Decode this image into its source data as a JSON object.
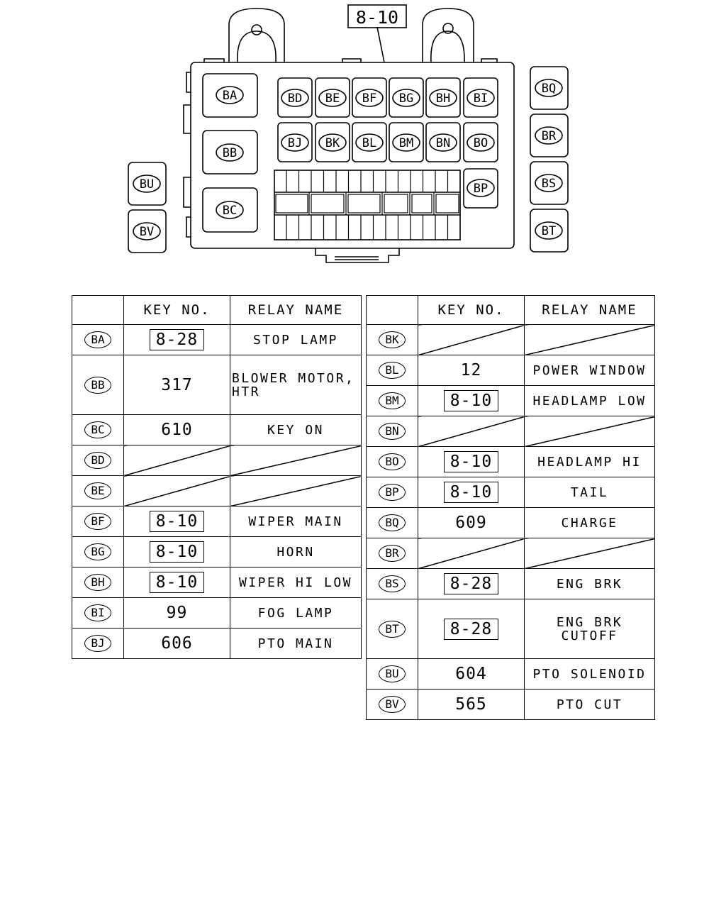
{
  "diagram": {
    "callout": "8-10",
    "relay_labels": [
      "BA",
      "BB",
      "BC",
      "BD",
      "BE",
      "BF",
      "BG",
      "BH",
      "BI",
      "BJ",
      "BK",
      "BL",
      "BM",
      "BN",
      "BO",
      "BP",
      "BQ",
      "BR",
      "BS",
      "BT",
      "BU",
      "BV"
    ]
  },
  "table_left": {
    "headers": [
      "",
      "KEY NO.",
      "RELAY NAME"
    ],
    "rows": [
      {
        "code": "BA",
        "key": "8-28",
        "boxed": true,
        "name": "STOP LAMP"
      },
      {
        "code": "BB",
        "key": "317",
        "boxed": false,
        "name": "BLOWER MOTOR,\nHTR",
        "multi": true
      },
      {
        "code": "BC",
        "key": "610",
        "boxed": false,
        "name": "KEY ON"
      },
      {
        "code": "BD",
        "key": "",
        "boxed": false,
        "name": "",
        "empty": true
      },
      {
        "code": "BE",
        "key": "",
        "boxed": false,
        "name": "",
        "empty": true
      },
      {
        "code": "BF",
        "key": "8-10",
        "boxed": true,
        "name": "WIPER MAIN"
      },
      {
        "code": "BG",
        "key": "8-10",
        "boxed": true,
        "name": "HORN"
      },
      {
        "code": "BH",
        "key": "8-10",
        "boxed": true,
        "name": "WIPER HI LOW"
      },
      {
        "code": "BI",
        "key": "99",
        "boxed": false,
        "name": "FOG LAMP"
      },
      {
        "code": "BJ",
        "key": "606",
        "boxed": false,
        "name": "PTO MAIN"
      }
    ]
  },
  "table_right": {
    "headers": [
      "",
      "KEY NO.",
      "RELAY NAME"
    ],
    "rows": [
      {
        "code": "BK",
        "key": "",
        "boxed": false,
        "name": "",
        "empty": true
      },
      {
        "code": "BL",
        "key": "12",
        "boxed": false,
        "name": "POWER WINDOW"
      },
      {
        "code": "BM",
        "key": "8-10",
        "boxed": true,
        "name": "HEADLAMP LOW"
      },
      {
        "code": "BN",
        "key": "",
        "boxed": false,
        "name": "",
        "empty": true
      },
      {
        "code": "BO",
        "key": "8-10",
        "boxed": true,
        "name": "HEADLAMP HI"
      },
      {
        "code": "BP",
        "key": "8-10",
        "boxed": true,
        "name": "TAIL"
      },
      {
        "code": "BQ",
        "key": "609",
        "boxed": false,
        "name": "CHARGE"
      },
      {
        "code": "BR",
        "key": "",
        "boxed": false,
        "name": "",
        "empty": true
      },
      {
        "code": "BS",
        "key": "8-28",
        "boxed": true,
        "name": "ENG BRK"
      },
      {
        "code": "BT",
        "key": "8-28",
        "boxed": true,
        "name": "ENG BRK\nCUTOFF",
        "multic": true
      },
      {
        "code": "BU",
        "key": "604",
        "boxed": false,
        "name": "PTO SOLENOID"
      },
      {
        "code": "BV",
        "key": "565",
        "boxed": false,
        "name": "PTO CUT"
      }
    ]
  }
}
